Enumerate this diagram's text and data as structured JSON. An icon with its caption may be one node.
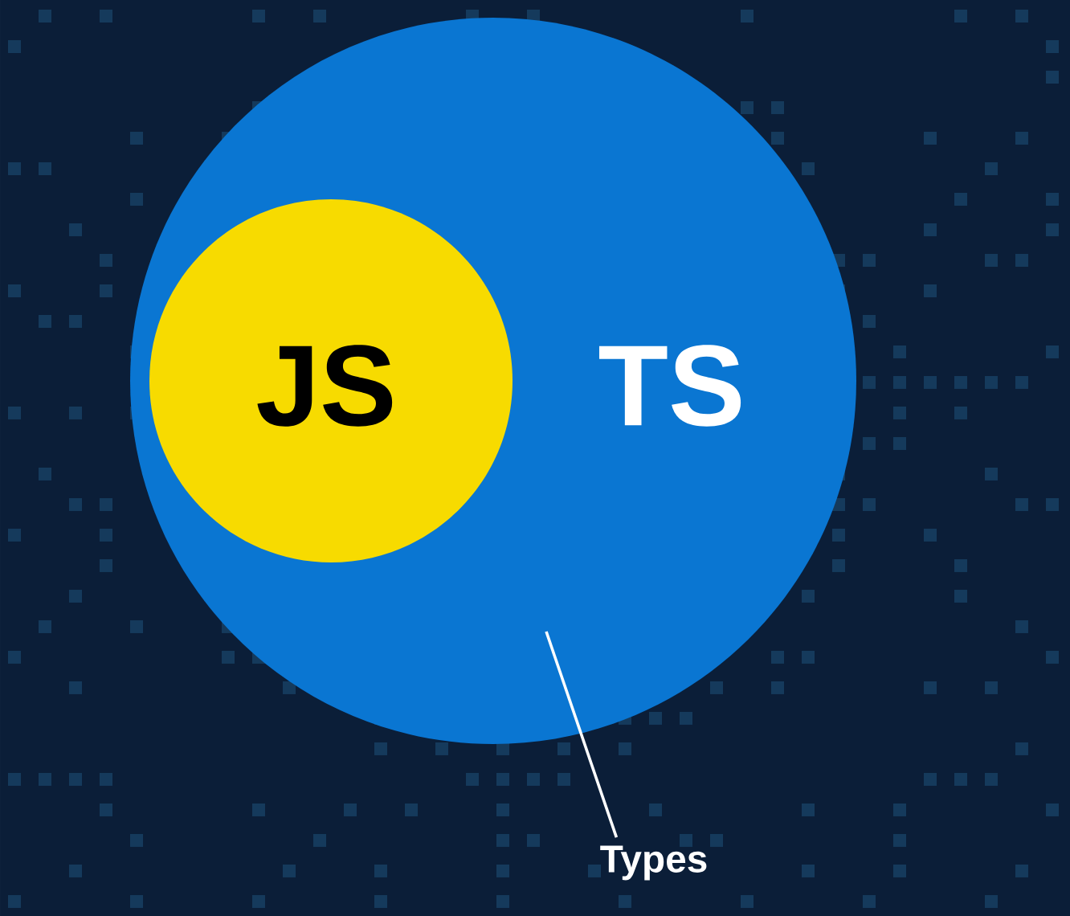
{
  "diagram": {
    "nodes": [
      {
        "text": [
          "TS"
        ]
      },
      {
        "text": [
          "JS"
        ],
        "in": 0
      },
      {
        "text": [
          "Types"
        ]
      }
    ],
    "edges": [
      {
        "from": 2,
        "to": 0,
        "arrow": "none"
      }
    ]
  }
}
